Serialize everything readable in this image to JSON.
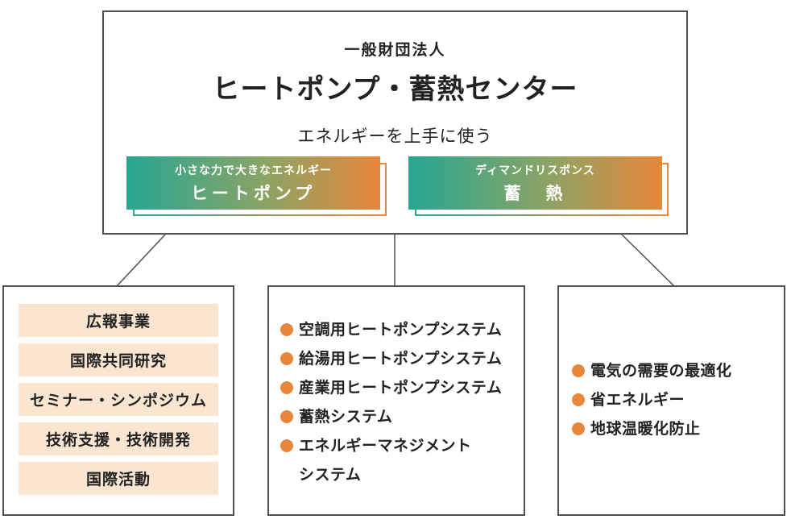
{
  "header": {
    "org_type": "一般財団法人",
    "org_name": "ヒートポンプ・蓄熱センター",
    "tagline": "エネルギーを上手に使う",
    "banners": [
      {
        "subtitle": "小さな力で大きなエネルギー",
        "title": "ヒートポンプ"
      },
      {
        "subtitle": "ディマンドリスポンス",
        "title": "蓄　熱"
      }
    ]
  },
  "boxes": {
    "activities": {
      "items": [
        "広報事業",
        "国際共同研究",
        "セミナー・シンポジウム",
        "技術支援・技術開発",
        "国際活動"
      ]
    },
    "systems": {
      "items": [
        "空調用ヒートポンプシステム",
        "給湯用ヒートポンプシステム",
        "産業用ヒートポンプシステム",
        "蓄熱システム",
        "エネルギーマネジメント\nシステム"
      ]
    },
    "goals": {
      "items": [
        "電気の需要の最適化",
        "省エネルギー",
        "地球温暖化防止"
      ]
    }
  },
  "colors": {
    "accent_teal": "#26a693",
    "accent_orange": "#e8873b",
    "bullet_orange": "#e8873b",
    "row_peach": "#fae5d1",
    "border_gray": "#4f4f4f"
  }
}
